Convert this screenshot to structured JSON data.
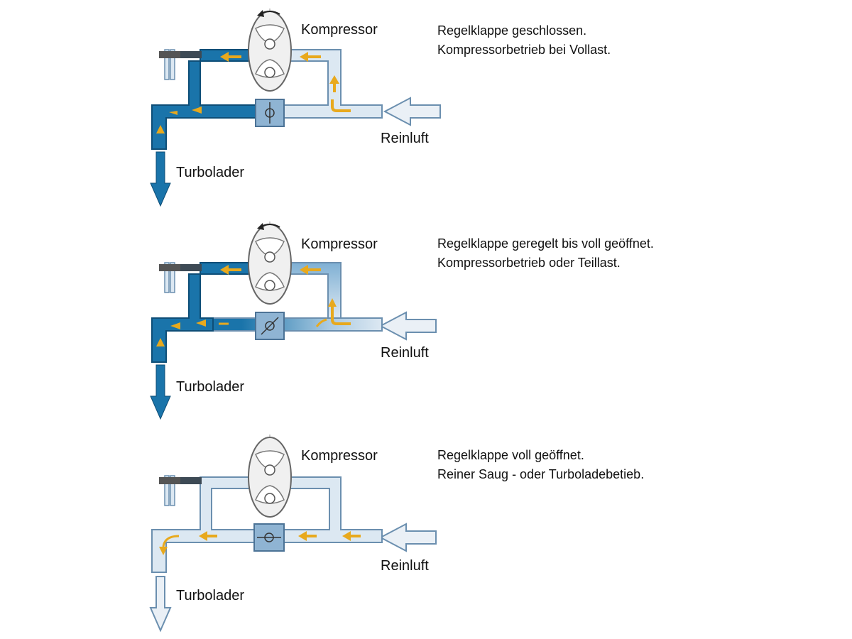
{
  "colors": {
    "dark_blue": "#1A74AA",
    "light_blue": "#DCE8F2",
    "outline": "#6B8FAF",
    "flow": "#E8A91D",
    "valve_box": "#8FB4D3"
  },
  "panels": [
    {
      "state": "closed",
      "compressor_label": "Kompressor",
      "inlet_label": "Reinluft",
      "outlet_label": "Turbolader",
      "desc_line1": "Regelklappe geschlossen.",
      "desc_line2": "Kompressorbetrieb bei Vollast."
    },
    {
      "state": "partial",
      "compressor_label": "Kompressor",
      "inlet_label": "Reinluft",
      "outlet_label": "Turbolader",
      "desc_line1": "Regelklappe geregelt bis voll geöffnet.",
      "desc_line2": "Kompressorbetrieb oder Teillast."
    },
    {
      "state": "open",
      "compressor_label": "Kompressor",
      "inlet_label": "Reinluft",
      "outlet_label": "Turbolader",
      "desc_line1": "Regelklappe voll geöffnet.",
      "desc_line2": "Reiner Saug - oder Turboladebetieb."
    }
  ]
}
